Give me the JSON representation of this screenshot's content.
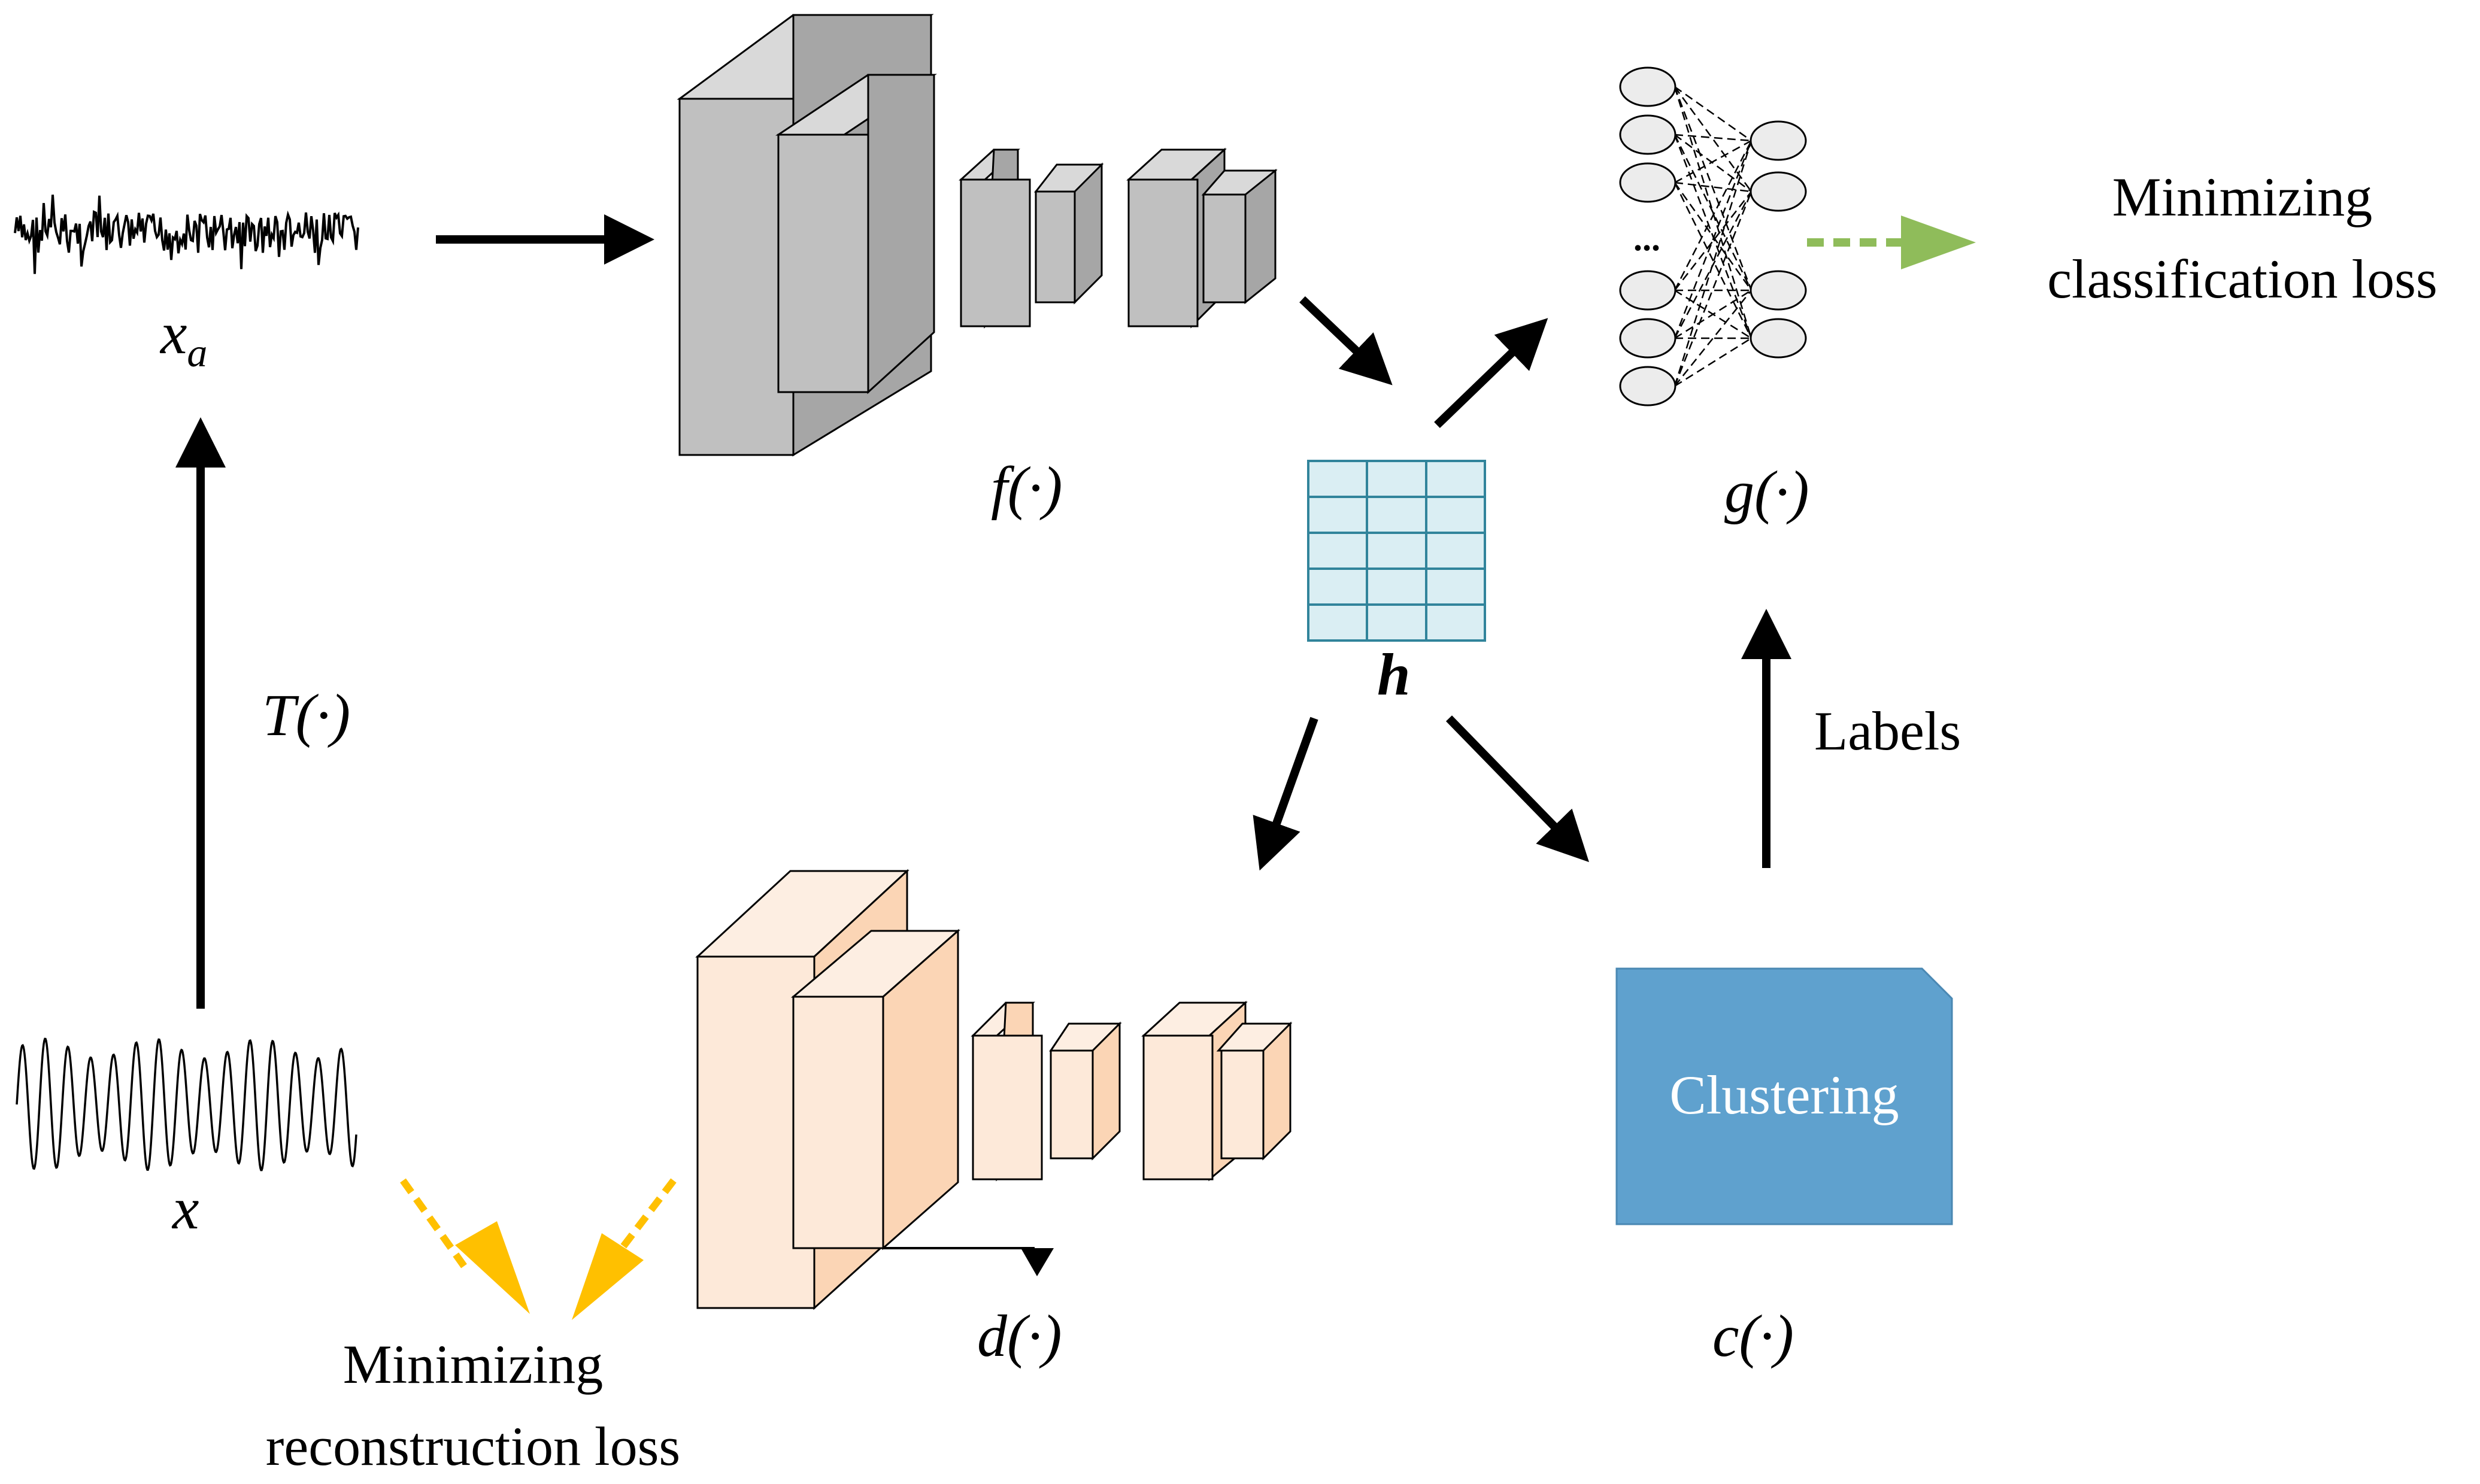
{
  "labels": {
    "x_aug": "x",
    "x_aug_sub": "a",
    "x": "x",
    "transform": "T(·)",
    "encoder": "f(·)",
    "representation": "h",
    "classifier": "g(·)",
    "decoder": "d(·)",
    "clustering_fn": "c(·)",
    "clustering_box": "Clustering",
    "edge_labels": "Labels",
    "classification_loss_line1": "Minimizing",
    "classification_loss_line2": "classification loss",
    "reconstruction_loss_line1": "Minimizing",
    "reconstruction_loss_line2": "reconstruction loss",
    "ellipsis": "..."
  },
  "colors": {
    "encoder_front": "#c0c0c0",
    "encoder_top": "#d9d9d9",
    "encoder_side": "#a6a6a6",
    "decoder_front": "#fde9d9",
    "decoder_top": "#fdeee2",
    "decoder_side": "#fbd5b5",
    "matrix_fill": "#daeef3",
    "matrix_stroke": "#31849b",
    "clustering_fill": "#5fa1ce",
    "reconstruction_arrow": "#ffc000",
    "classification_arrow": "#8fbc5a",
    "arrow": "#000000"
  }
}
